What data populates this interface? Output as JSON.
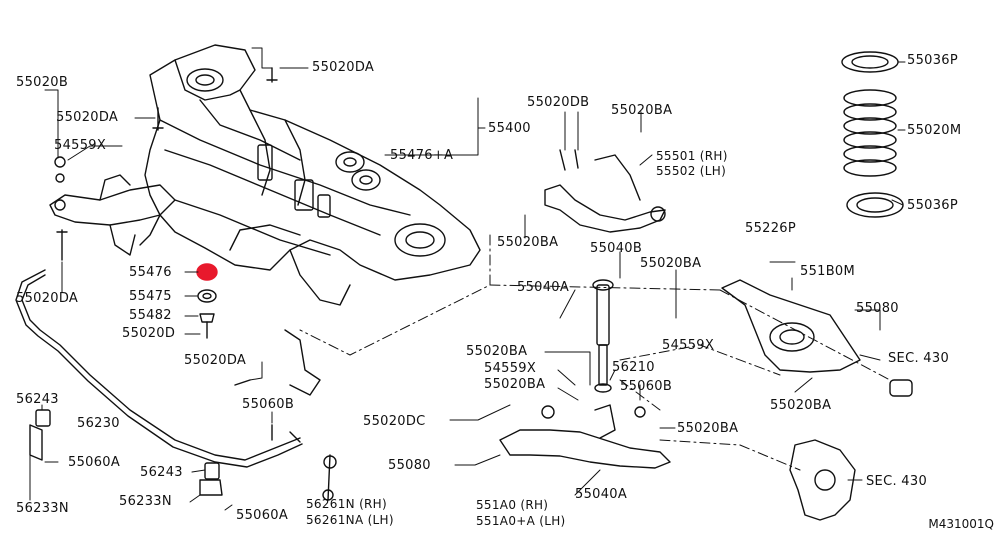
{
  "diagram": {
    "accent_color": "#e8192c",
    "line_color": "#111111",
    "reference_code": "M431001Q",
    "labels": [
      {
        "id": "55020B",
        "text": "55020B"
      },
      {
        "id": "55020DA_top",
        "text": "55020DA"
      },
      {
        "id": "55020DA_left",
        "text": "55020DA"
      },
      {
        "id": "54559X_left",
        "text": "54559X"
      },
      {
        "id": "55400",
        "text": "55400"
      },
      {
        "id": "55476A",
        "text": "55476+A"
      },
      {
        "id": "55020DA_lower",
        "text": "55020DA"
      },
      {
        "id": "55476",
        "text": "55476"
      },
      {
        "id": "55475",
        "text": "55475"
      },
      {
        "id": "55482",
        "text": "55482"
      },
      {
        "id": "55020D",
        "text": "55020D"
      },
      {
        "id": "55020DA_mid",
        "text": "55020DA"
      },
      {
        "id": "55020DB",
        "text": "55020DB"
      },
      {
        "id": "55020BA_top",
        "text": "55020BA"
      },
      {
        "id": "55501",
        "text": "55501 (RH)"
      },
      {
        "id": "55502",
        "text": "55502 (LH)"
      },
      {
        "id": "55020BA_mid",
        "text": "55020BA"
      },
      {
        "id": "55040B",
        "text": "55040B"
      },
      {
        "id": "55020BA_r",
        "text": "55020BA"
      },
      {
        "id": "55040A_top",
        "text": "55040A"
      },
      {
        "id": "55226P",
        "text": "55226P"
      },
      {
        "id": "551B0M",
        "text": "551B0M"
      },
      {
        "id": "55080_r",
        "text": "55080"
      },
      {
        "id": "54559X_r",
        "text": "54559X"
      },
      {
        "id": "SEC430_a",
        "text": "SEC. 430"
      },
      {
        "id": "55020BA_br",
        "text": "55020BA"
      },
      {
        "id": "55036P_top",
        "text": "55036P"
      },
      {
        "id": "55020M",
        "text": "55020M"
      },
      {
        "id": "55036P_bot",
        "text": "55036P"
      },
      {
        "id": "55020BA_shock",
        "text": "55020BA"
      },
      {
        "id": "54559X_mid",
        "text": "54559X"
      },
      {
        "id": "55020BA_mid2",
        "text": "55020BA"
      },
      {
        "id": "56210",
        "text": "56210"
      },
      {
        "id": "55060B_r",
        "text": "55060B"
      },
      {
        "id": "55020DC",
        "text": "55020DC"
      },
      {
        "id": "55020BA_arm",
        "text": "55020BA"
      },
      {
        "id": "55080_l",
        "text": "55080"
      },
      {
        "id": "55040A_bot",
        "text": "55040A"
      },
      {
        "id": "551A0",
        "text": "551A0 (RH)"
      },
      {
        "id": "551A0A",
        "text": "551A0+A (LH)"
      },
      {
        "id": "SEC430_b",
        "text": "SEC. 430"
      },
      {
        "id": "56243_top",
        "text": "56243"
      },
      {
        "id": "56230",
        "text": "56230"
      },
      {
        "id": "55060A_a",
        "text": "55060A"
      },
      {
        "id": "56233N",
        "text": "56233N"
      },
      {
        "id": "56243_bot",
        "text": "56243"
      },
      {
        "id": "56233N_b",
        "text": "56233N"
      },
      {
        "id": "55060A_b",
        "text": "55060A"
      },
      {
        "id": "55060B_l",
        "text": "55060B"
      },
      {
        "id": "56261N",
        "text": "56261N (RH)"
      },
      {
        "id": "56261NA",
        "text": "56261NA (LH)"
      }
    ]
  }
}
